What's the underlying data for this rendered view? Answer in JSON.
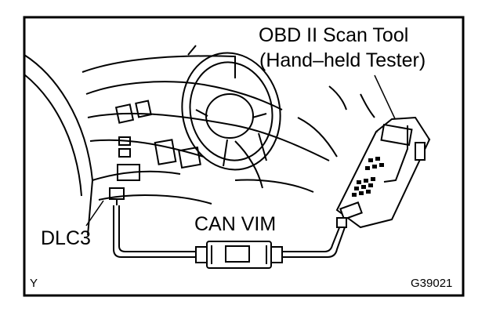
{
  "diagram": {
    "labels": {
      "scan_tool_line1": "OBD II Scan Tool",
      "scan_tool_line2": "(Hand–held Tester)",
      "dlc3": "DLC3",
      "can_vim": "CAN VIM",
      "corner_mark": "Y",
      "figure_code": "G39021"
    },
    "colors": {
      "line": "#000000",
      "background": "#ffffff"
    }
  }
}
